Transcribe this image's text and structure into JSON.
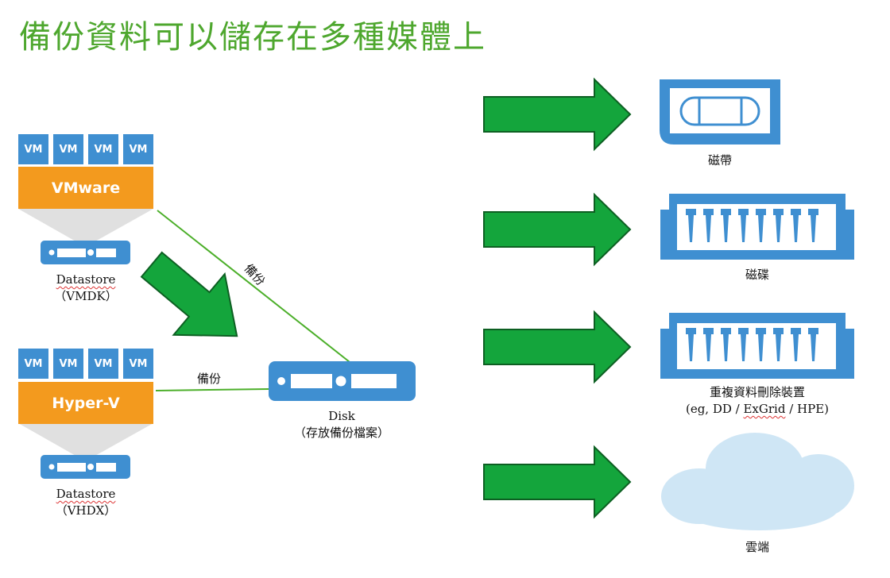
{
  "title": "備份資料可以儲存在多種媒體上",
  "vmware": {
    "vms": [
      "VM",
      "VM",
      "VM",
      "VM"
    ],
    "label": "VMware",
    "datastore": "Datastore",
    "format": "（VMDK）"
  },
  "hyperv": {
    "vms": [
      "VM",
      "VM",
      "VM",
      "VM"
    ],
    "label": "Hyper-V",
    "datastore": "Datastore",
    "format": "（VHDX）"
  },
  "backup_labels": [
    "備份",
    "備份"
  ],
  "disk": {
    "name": "Disk",
    "desc": "（存放備份檔案）"
  },
  "targets": {
    "tape": "磁帶",
    "disk": "磁碟",
    "dedup_line1": "重複資料刪除裝置",
    "dedup_line2_a": "(eg, DD / ",
    "dedup_line2_b": "ExGrid",
    "dedup_line2_c": " / HPE)",
    "cloud": "雲端"
  },
  "colors": {
    "title": "#4ea72e",
    "vm_blue": "#3f8fd1",
    "hypervisor_orange": "#f39a1e",
    "arrow_green": "#14a53c",
    "line_green": "#4caf2a",
    "cloud_fill": "#cfe6f5"
  }
}
